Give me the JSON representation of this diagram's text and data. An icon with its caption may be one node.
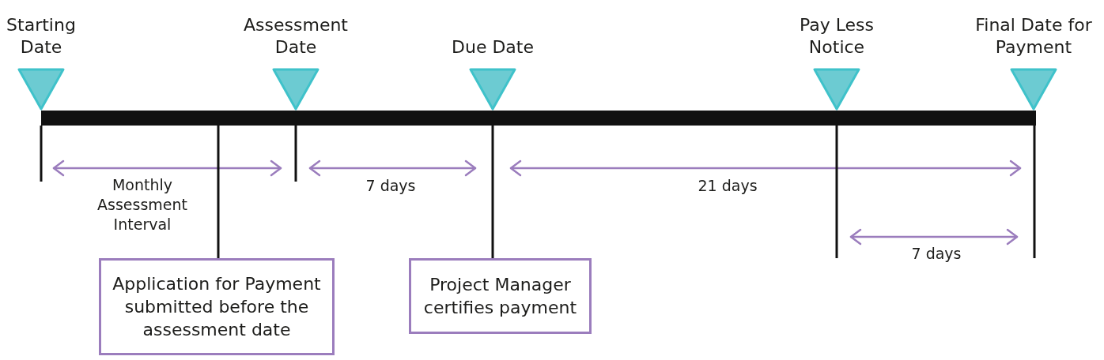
{
  "diagram": {
    "nodes": [
      {
        "text": [
          "Starting Date"
        ]
      },
      {
        "text": [
          "Assessment Date"
        ]
      },
      {
        "text": [
          "Due Date"
        ]
      },
      {
        "text": [
          "Pay Less Notice"
        ]
      },
      {
        "text": [
          "Final Date for Payment"
        ]
      },
      {
        "text": [],
        "shape": "bar"
      },
      {
        "text": [
          "Application for Payment submitted before the assessment date"
        ]
      },
      {
        "text": [
          "Project Manager certifies payment"
        ]
      }
    ],
    "edges": [
      {
        "from": 6,
        "to": 5,
        "arrow": "none"
      },
      {
        "from": 7,
        "to": 5,
        "arrow": "none"
      }
    ],
    "labels": [
      "Monthly Assessment Interval",
      "7 days",
      "21 days",
      "7 days"
    ]
  }
}
